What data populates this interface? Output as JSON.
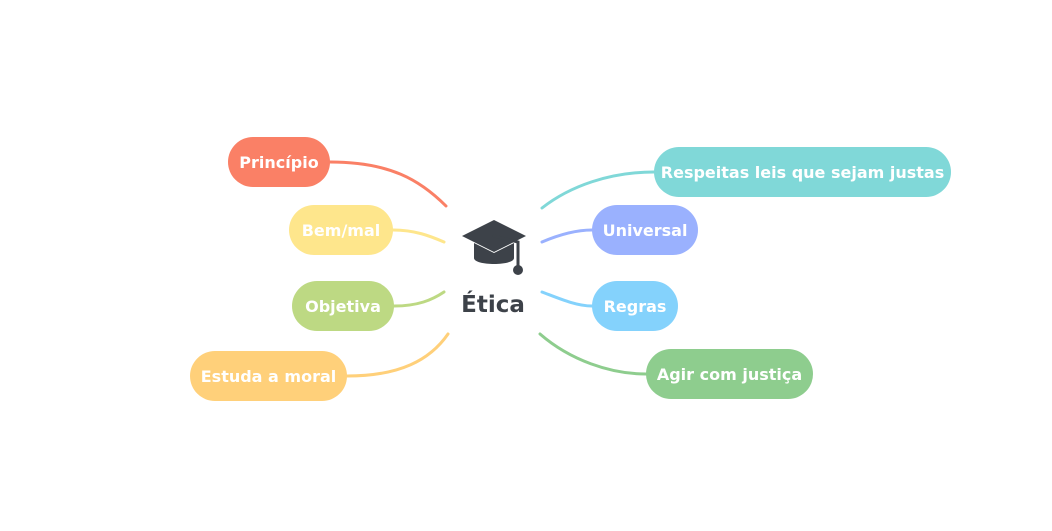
{
  "central_topic": {
    "label": "Ética",
    "icon": "graduation-cap-icon",
    "color": "#3d4249"
  },
  "branches": [
    {
      "id": "principio",
      "label": "Princípio",
      "side": "left",
      "color": "#fa8066"
    },
    {
      "id": "bem-mal",
      "label": "Bem/mal",
      "side": "left",
      "color": "#fee68c"
    },
    {
      "id": "objetiva",
      "label": "Objetiva",
      "side": "left",
      "color": "#bdd983"
    },
    {
      "id": "estuda-a-moral",
      "label": "Estuda a moral",
      "side": "left",
      "color": "#ffd07a"
    },
    {
      "id": "respeitas-leis",
      "label": "Respeitas leis que sejam justas",
      "side": "right",
      "color": "#80d8d8"
    },
    {
      "id": "universal",
      "label": "Universal",
      "side": "right",
      "color": "#9ab1fe"
    },
    {
      "id": "regras",
      "label": "Regras",
      "side": "right",
      "color": "#84d2fc"
    },
    {
      "id": "agir-com-justica",
      "label": "Agir com justiça",
      "side": "right",
      "color": "#8ecd8e"
    }
  ]
}
